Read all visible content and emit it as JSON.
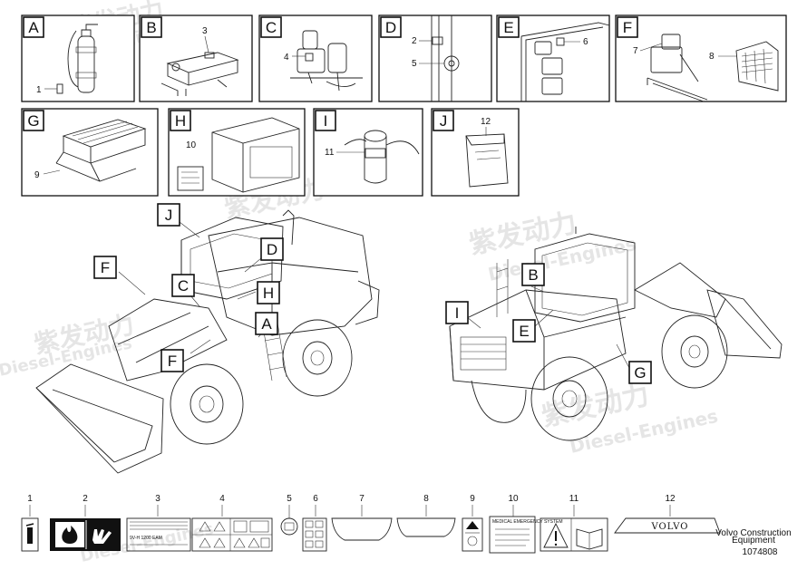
{
  "panels": [
    {
      "letter": "A",
      "parts": [
        "1"
      ]
    },
    {
      "letter": "B",
      "parts": [
        "3"
      ]
    },
    {
      "letter": "C",
      "parts": [
        "4"
      ]
    },
    {
      "letter": "D",
      "parts": [
        "2",
        "5"
      ]
    },
    {
      "letter": "E",
      "parts": [
        "6"
      ]
    },
    {
      "letter": "F",
      "parts": [
        "7",
        "8"
      ]
    },
    {
      "letter": "G",
      "parts": [
        "9"
      ]
    },
    {
      "letter": "H",
      "parts": [
        "10"
      ]
    },
    {
      "letter": "I",
      "parts": [
        "11"
      ]
    },
    {
      "letter": "J",
      "parts": [
        "12"
      ]
    }
  ],
  "decals": [
    "1",
    "2",
    "3",
    "4",
    "5",
    "6",
    "7",
    "8",
    "9",
    "10",
    "11",
    "12"
  ],
  "decal_text": {
    "d3_code": "9V-H 1200 EAM",
    "d12_brand": "VOLVO",
    "d10_title": "MEDICAL EMERGENCY SYSTEM"
  },
  "footer": {
    "line1": "Volvo Construction",
    "line2": "Equipment",
    "number": "1074808"
  },
  "watermark": {
    "cn": "紫发动力",
    "en": "Diesel-Engines"
  }
}
